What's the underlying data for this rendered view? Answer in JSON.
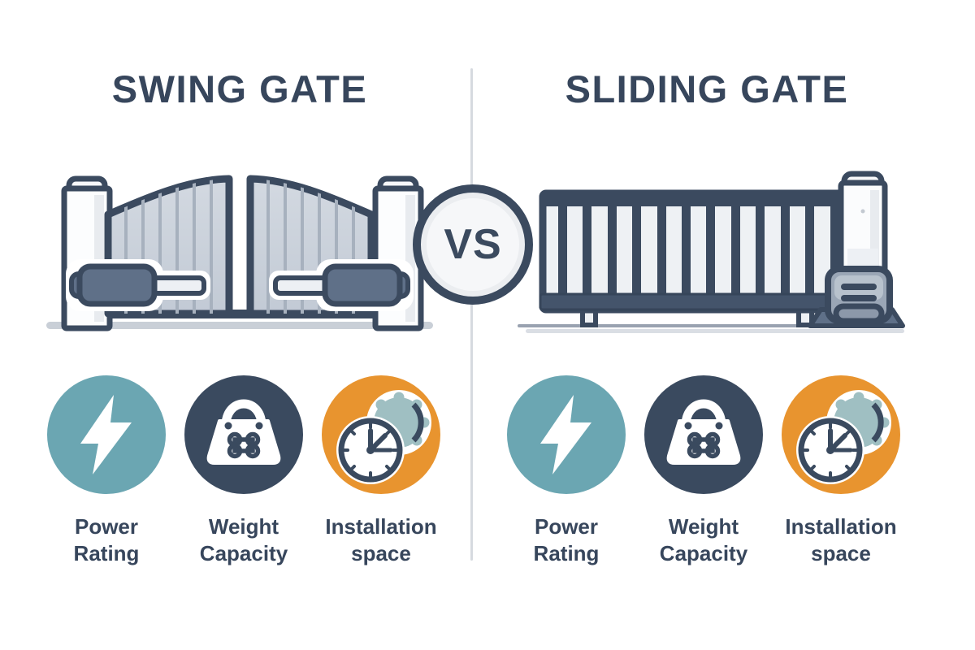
{
  "infographic": {
    "vs_label": "VS",
    "panels": [
      {
        "side": "left",
        "title": "SWING GATE",
        "illustration": "swing-gate",
        "features": [
          {
            "label": "Power Rating",
            "icon": "lightning-bolt-icon",
            "circle_color": "#6BA6B2"
          },
          {
            "label": "Weight Capacity",
            "icon": "weight-bag-icon",
            "circle_color": "#3A4A5F"
          },
          {
            "label": "Installation space",
            "icon": "clock-gear-icon",
            "circle_color": "#E8942F"
          }
        ]
      },
      {
        "side": "right",
        "title": "SLIDING GATE",
        "illustration": "sliding-gate",
        "features": [
          {
            "label": "Power Rating",
            "icon": "lightning-bolt-icon",
            "circle_color": "#6BA6B2"
          },
          {
            "label": "Weight Capacity",
            "icon": "weight-bag-icon",
            "circle_color": "#3A4A5F"
          },
          {
            "label": "Installation space",
            "icon": "clock-gear-icon",
            "circle_color": "#E8942F"
          }
        ]
      }
    ],
    "colors": {
      "outline_navy": "#3B4A5F",
      "text": "#37465C",
      "accent_teal": "#6BA6B2",
      "accent_navy": "#3A4A5F",
      "accent_orange": "#E8942F",
      "gate_fill": "#C9D1DB",
      "divider": "#D6DADF"
    }
  }
}
